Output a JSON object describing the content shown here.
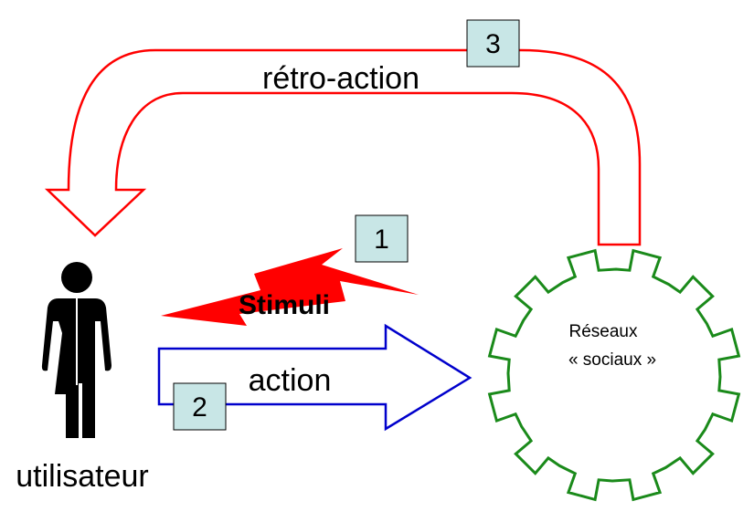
{
  "labels": {
    "feedback": "rétro-action",
    "stimuli": "Stimuli",
    "action": "action",
    "user": "utilisateur",
    "network_line1": "Réseaux",
    "network_line2": "« sociaux »"
  },
  "steps": {
    "one": "1",
    "two": "2",
    "three": "3"
  },
  "colors": {
    "feedback_arrow": "#ff0000",
    "stimuli_bolt": "#ff0000",
    "action_arrow": "#0000cc",
    "gear": "#1a8a1a",
    "step_box": "#c8e6e6",
    "person": "#000000"
  },
  "icons": {
    "user": "person-icon",
    "network": "gear-icon"
  }
}
